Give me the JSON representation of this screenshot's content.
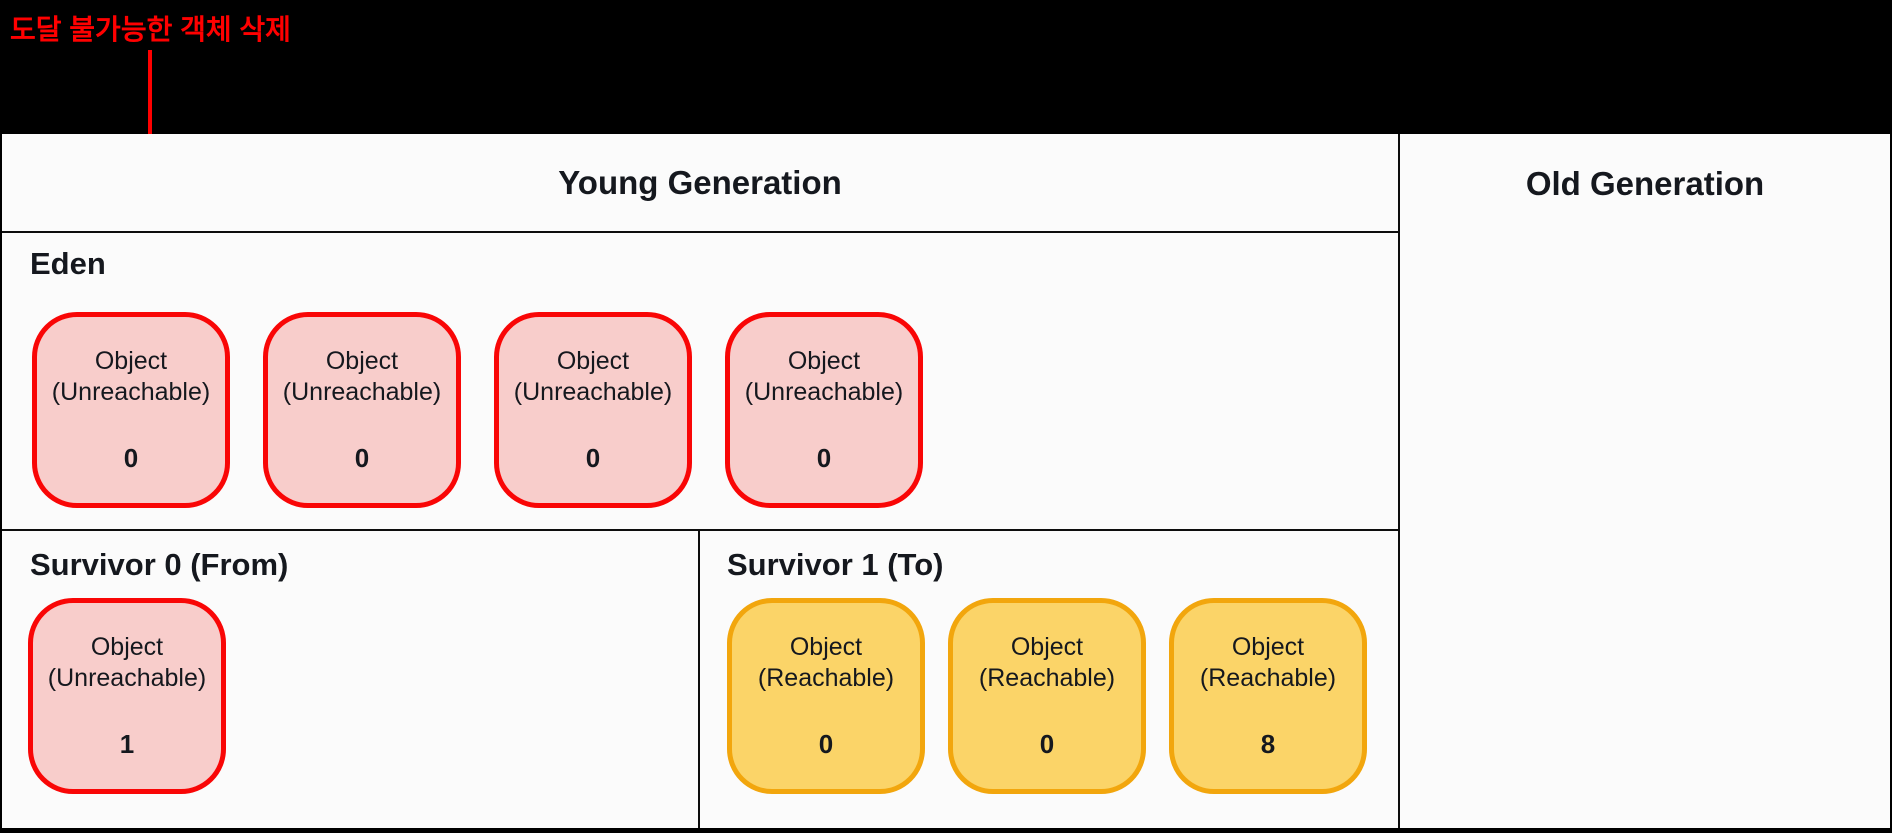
{
  "annotation": {
    "label": "도달 불가능한 객체 삭제"
  },
  "young": {
    "title": "Young Generation",
    "eden": {
      "label": "Eden",
      "boxes": [
        {
          "line1": "Object",
          "line2": "(Unreachable)",
          "value": "0",
          "variant": "unreachable"
        },
        {
          "line1": "Object",
          "line2": "(Unreachable)",
          "value": "0",
          "variant": "unreachable"
        },
        {
          "line1": "Object",
          "line2": "(Unreachable)",
          "value": "0",
          "variant": "unreachable"
        },
        {
          "line1": "Object",
          "line2": "(Unreachable)",
          "value": "0",
          "variant": "unreachable"
        }
      ]
    },
    "survivor0": {
      "label": "Survivor 0 (From)",
      "boxes": [
        {
          "line1": "Object",
          "line2": "(Unreachable)",
          "value": "1",
          "variant": "unreachable"
        }
      ]
    },
    "survivor1": {
      "label": "Survivor 1 (To)",
      "boxes": [
        {
          "line1": "Object",
          "line2": "(Reachable)",
          "value": "0",
          "variant": "reachable"
        },
        {
          "line1": "Object",
          "line2": "(Reachable)",
          "value": "0",
          "variant": "reachable"
        },
        {
          "line1": "Object",
          "line2": "(Reachable)",
          "value": "8",
          "variant": "reachable"
        }
      ]
    }
  },
  "old": {
    "title": "Old Generation"
  },
  "colors": {
    "annotation": "#ff0000",
    "panel": "#fbfbfb",
    "line": "#0d0d0d",
    "unreachable_fill": "#f8cdcb",
    "unreachable_border": "#f90606",
    "reachable_fill": "#fbd468",
    "reachable_border": "#f2a60d"
  }
}
